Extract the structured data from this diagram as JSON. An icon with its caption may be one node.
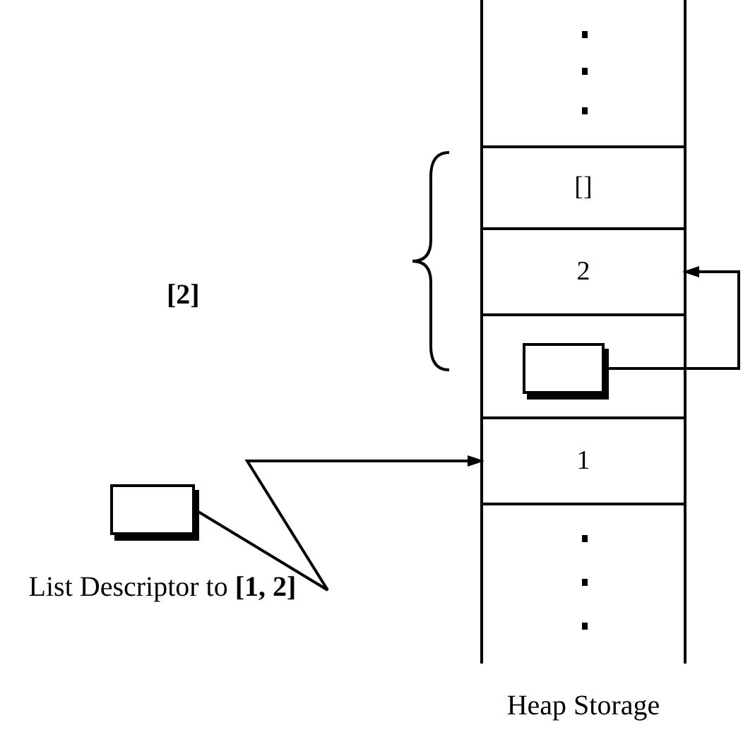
{
  "diagram": {
    "nodes": [
      {
        "text": [],
        "shape": "box",
        "beside": [
          "Heap Storage"
        ]
      },
      {
        "text": [
          "[]"
        ],
        "in": 0
      },
      {
        "text": [
          "2"
        ],
        "in": 0
      },
      {
        "text": [],
        "shape": "box",
        "in": 0
      },
      {
        "text": [],
        "shape": "box",
        "in": 3
      },
      {
        "text": [
          "1"
        ],
        "in": 0
      },
      {
        "text": [],
        "shape": "box",
        "beside": [
          "List Descriptor to **[1, 2]**"
        ]
      }
    ],
    "edges": [
      {
        "from": 6,
        "to": 5,
        "arrow": "to"
      },
      {
        "from": 4,
        "to": 2,
        "arrow": "to"
      }
    ],
    "labels": [
      "[2]"
    ]
  }
}
